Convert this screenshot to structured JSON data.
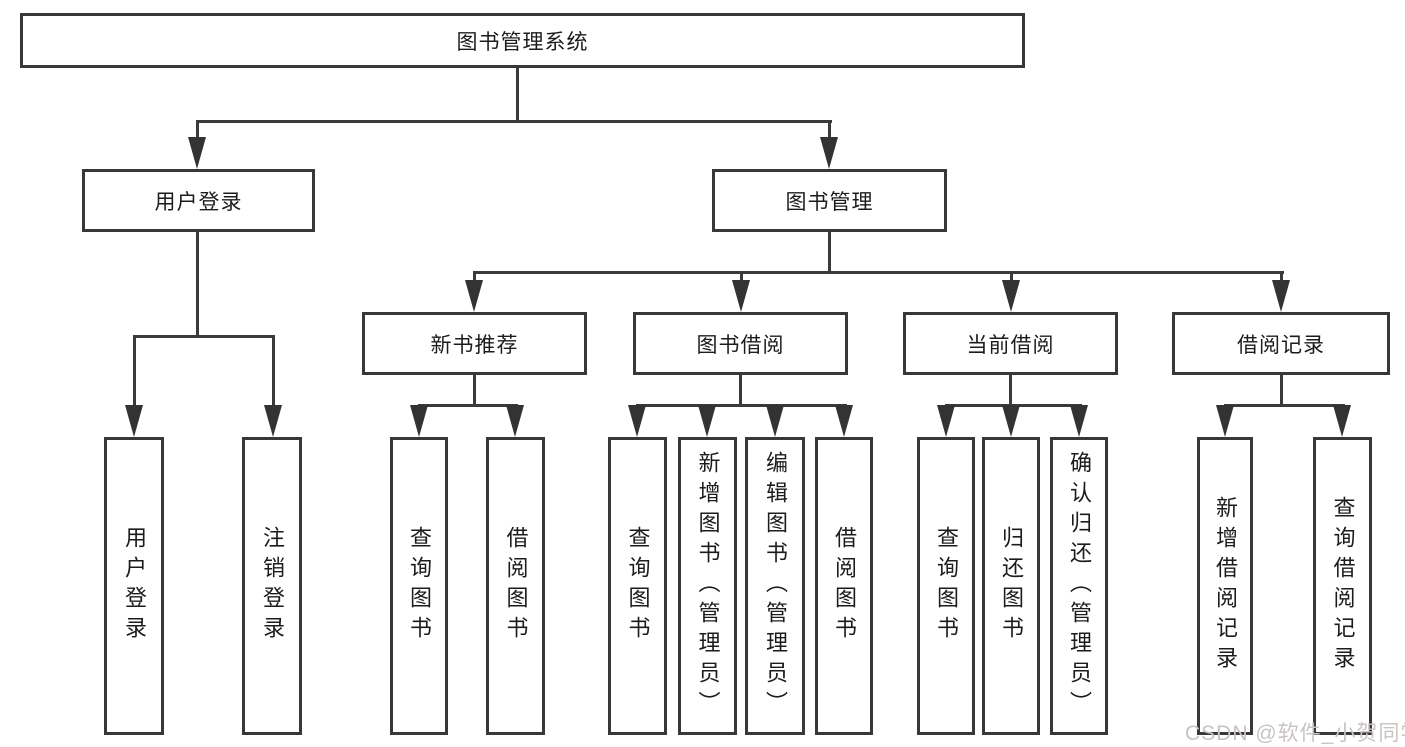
{
  "diagram": {
    "root": "图书管理系统",
    "level2": [
      "用户登录",
      "图书管理"
    ],
    "level3": [
      "新书推荐",
      "图书借阅",
      "当前借阅",
      "借阅记录"
    ],
    "leaves": {
      "user": [
        "用户登录",
        "注销登录"
      ],
      "new_books": [
        "查询图书",
        "借阅图书"
      ],
      "borrow": [
        "查询图书",
        "新增图书（管理员）",
        "编辑图书（管理员）",
        "借阅图书"
      ],
      "current": [
        "查询图书",
        "归还图书",
        "确认归还（管理员）"
      ],
      "records": [
        "新增借阅记录",
        "查询借阅记录"
      ]
    }
  },
  "watermark": "CSDN @软件_小贺同学",
  "colors": {
    "line": "#3a3a3a",
    "box_border": "#383838",
    "text": "#1c1c1c",
    "watermark": "#c9c3c3",
    "background": "#ffffff"
  }
}
